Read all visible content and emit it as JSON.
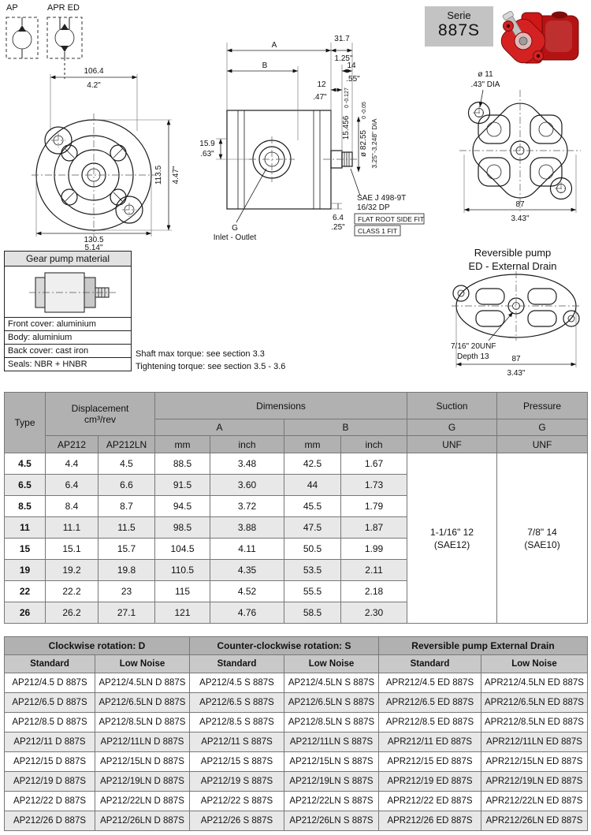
{
  "symbols": {
    "ap_label": "AP",
    "apr_label": "APR ED"
  },
  "serie": {
    "label": "Serie",
    "code": "887S"
  },
  "front_view": {
    "w_mm": "106.4",
    "w_in": "4.2\"",
    "h_mm": "113.5",
    "h_in": "4.47\"",
    "base_mm": "130.5",
    "base_in": "5.14\""
  },
  "side_view": {
    "a": "A",
    "b": "B",
    "shaft_mm": "31.7",
    "shaft_in": "1.25\"",
    "spline_mm": "14",
    "spline_in": ".55\"",
    "step_mm": "12",
    "step_in": ".47\"",
    "left_mm": "15.9",
    "left_in": ".63\"",
    "bottom_mm": "6.4",
    "bottom_in": ".25\"",
    "g": "G",
    "inlet_outlet": "Inlet - Outlet",
    "shaft_dia": "15.456",
    "shaft_tol": "0 -0.127",
    "pilot_dia": "ø 82.55",
    "pilot_tol": "0 -0.05",
    "pilot_in": "3.25\"-3.248\" DIA",
    "sae1": "SAE J 498-9T",
    "sae2": "16/32 DP",
    "sae3": "FLAT ROOT SIDE FIT",
    "sae4": "CLASS 1 FIT"
  },
  "rear_view": {
    "dia_label": "ø 11",
    "dia_in": ".43\" DIA",
    "width_mm": "87",
    "width_in": "3.43\""
  },
  "reversible": {
    "title1": "Reversible pump",
    "title2": "ED - External Drain",
    "thread": "7/16\" 20UNF",
    "depth": "Depth 13",
    "width_mm": "87",
    "width_in": "3.43\""
  },
  "material": {
    "title": "Gear pump material",
    "rows": [
      "Front cover: aluminium",
      "Body: aluminium",
      "Back cover: cast iron",
      "Seals: NBR + HNBR"
    ]
  },
  "notes": [
    "Shaft max torque: see section 3.3",
    "Tightening torque: see section 3.5 - 3.6"
  ],
  "dim_table": {
    "headers": {
      "type": "Type",
      "displacement_l1": "Displacement",
      "displacement_l2": "cm³/rev",
      "dimensions": "Dimensions",
      "suction": "Suction",
      "pressure": "Pressure",
      "a": "A",
      "b": "B",
      "g": "G",
      "ap212": "AP212",
      "ap212ln": "AP212LN",
      "mm": "mm",
      "inch": "inch",
      "unf": "UNF"
    },
    "suction_l1": "1-1/16\" 12",
    "suction_l2": "(SAE12)",
    "pressure_l1": "7/8\"  14",
    "pressure_l2": "(SAE10)",
    "rows": [
      {
        "type": "4.5",
        "ap212": "4.4",
        "ap212ln": "4.5",
        "a_mm": "88.5",
        "a_in": "3.48",
        "b_mm": "42.5",
        "b_in": "1.67"
      },
      {
        "type": "6.5",
        "ap212": "6.4",
        "ap212ln": "6.6",
        "a_mm": "91.5",
        "a_in": "3.60",
        "b_mm": "44",
        "b_in": "1.73"
      },
      {
        "type": "8.5",
        "ap212": "8.4",
        "ap212ln": "8.7",
        "a_mm": "94.5",
        "a_in": "3.72",
        "b_mm": "45.5",
        "b_in": "1.79"
      },
      {
        "type": "11",
        "ap212": "11.1",
        "ap212ln": "11.5",
        "a_mm": "98.5",
        "a_in": "3.88",
        "b_mm": "47.5",
        "b_in": "1.87"
      },
      {
        "type": "15",
        "ap212": "15.1",
        "ap212ln": "15.7",
        "a_mm": "104.5",
        "a_in": "4.11",
        "b_mm": "50.5",
        "b_in": "1.99"
      },
      {
        "type": "19",
        "ap212": "19.2",
        "ap212ln": "19.8",
        "a_mm": "110.5",
        "a_in": "4.35",
        "b_mm": "53.5",
        "b_in": "2.11"
      },
      {
        "type": "22",
        "ap212": "22.2",
        "ap212ln": "23",
        "a_mm": "115",
        "a_in": "4.52",
        "b_mm": "55.5",
        "b_in": "2.18"
      },
      {
        "type": "26",
        "ap212": "26.2",
        "ap212ln": "27.1",
        "a_mm": "121",
        "a_in": "4.76",
        "b_mm": "58.5",
        "b_in": "2.30"
      }
    ]
  },
  "order_table": {
    "groups": [
      "Clockwise rotation: D",
      "Counter-clockwise rotation: S",
      "Reversible pump External Drain"
    ],
    "subheaders": [
      "Standard",
      "Low Noise",
      "Standard",
      "Low Noise",
      "Standard",
      "Low Noise"
    ],
    "rows": [
      [
        "AP212/4.5 D 887S",
        "AP212/4.5LN D 887S",
        "AP212/4.5 S 887S",
        "AP212/4.5LN S 887S",
        "APR212/4.5 ED 887S",
        "APR212/4.5LN ED 887S"
      ],
      [
        "AP212/6.5 D 887S",
        "AP212/6.5LN D 887S",
        "AP212/6.5 S 887S",
        "AP212/6.5LN S 887S",
        "APR212/6.5 ED 887S",
        "APR212/6.5LN ED 887S"
      ],
      [
        "AP212/8.5 D 887S",
        "AP212/8.5LN D 887S",
        "AP212/8.5 S 887S",
        "AP212/8.5LN S 887S",
        "APR212/8.5 ED 887S",
        "APR212/8.5LN ED 887S"
      ],
      [
        "AP212/11 D 887S",
        "AP212/11LN D 887S",
        "AP212/11 S 887S",
        "AP212/11LN S 887S",
        "APR212/11 ED 887S",
        "APR212/11LN ED 887S"
      ],
      [
        "AP212/15 D 887S",
        "AP212/15LN D 887S",
        "AP212/15 S 887S",
        "AP212/15LN S 887S",
        "APR212/15 ED 887S",
        "APR212/15LN ED 887S"
      ],
      [
        "AP212/19 D 887S",
        "AP212/19LN D 887S",
        "AP212/19 S 887S",
        "AP212/19LN S 887S",
        "APR212/19 ED 887S",
        "APR212/19LN ED 887S"
      ],
      [
        "AP212/22 D 887S",
        "AP212/22LN D 887S",
        "AP212/22 S 887S",
        "AP212/22LN S 887S",
        "APR212/22 ED 887S",
        "APR212/22LN ED 887S"
      ],
      [
        "AP212/26 D 887S",
        "AP212/26LN D 887S",
        "AP212/26 S 887S",
        "AP212/26LN S 887S",
        "APR212/26 ED 887S",
        "APR212/26LN ED 887S"
      ]
    ]
  }
}
